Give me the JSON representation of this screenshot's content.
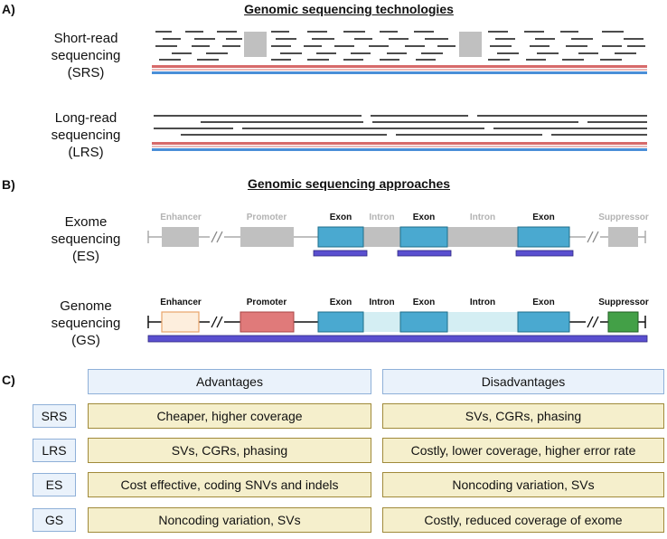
{
  "panel_a": {
    "label": "A)",
    "title": "Genomic sequencing technologies",
    "srs_label": [
      "Short-read",
      "sequencing",
      "(SRS)"
    ],
    "lrs_label": [
      "Long-read",
      "sequencing",
      "(LRS)"
    ]
  },
  "panel_b": {
    "label": "B)",
    "title": "Genomic sequencing approaches",
    "es_label": [
      "Exome",
      "sequencing",
      "(ES)"
    ],
    "gs_label": [
      "Genome",
      "sequencing",
      "(GS)"
    ],
    "segments": {
      "enhancer": "Enhancer",
      "promoter": "Promoter",
      "exon": "Exon",
      "intron": "Intron",
      "suppressor": "Suppressor"
    },
    "colors": {
      "gray": "#c0c0c0",
      "exon": "#4aa9d0",
      "intron_gs": "#d4eef3",
      "enhancer_gs": "#fdeedd",
      "promoter_gs": "#e07a7a",
      "suppressor_gs": "#43a047",
      "coverage": "#5a4fcf"
    }
  },
  "panel_c": {
    "label": "C)",
    "headers": {
      "advantages": "Advantages",
      "disadvantages": "Disadvantages"
    },
    "rows": [
      {
        "name": "SRS",
        "advantages": "Cheaper, higher coverage",
        "disadvantages": "SVs, CGRs, phasing"
      },
      {
        "name": "LRS",
        "advantages": "SVs, CGRs, phasing",
        "disadvantages": "Costly, lower coverage, higher error rate"
      },
      {
        "name": "ES",
        "advantages": "Cost effective, coding SNVs and indels",
        "disadvantages": "Noncoding variation, SVs"
      },
      {
        "name": "GS",
        "advantages": "Noncoding variation, SVs",
        "disadvantages": "Costly, reduced coverage of exome"
      }
    ]
  }
}
